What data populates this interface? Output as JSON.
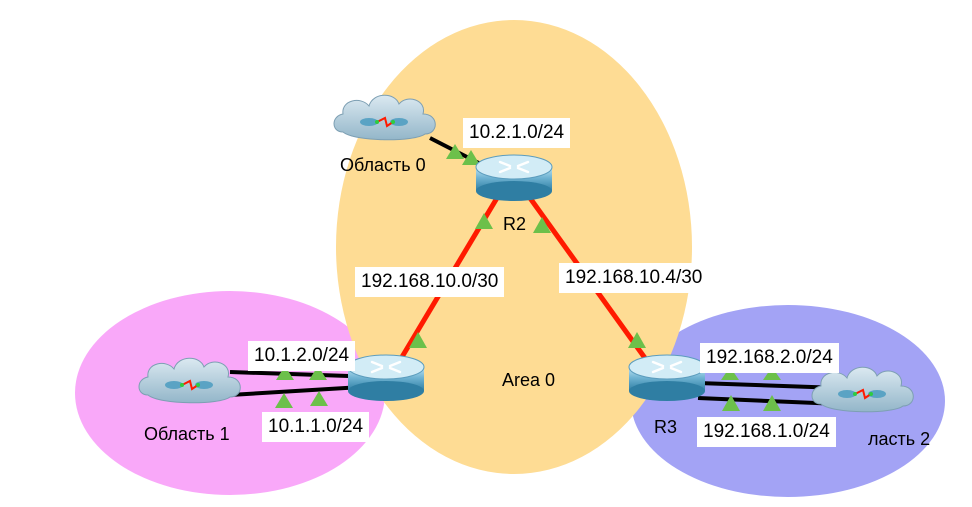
{
  "areas": {
    "area0": {
      "label": "Area 0",
      "color": "#fedc94"
    },
    "area1": {
      "color": "#f9a8f9"
    },
    "area2": {
      "color": "#a3a3f5"
    }
  },
  "routers": {
    "r1": {
      "label": ""
    },
    "r2": {
      "label": "R2"
    },
    "r3": {
      "label": "R3"
    }
  },
  "clouds": {
    "top": {
      "label": "Область 0"
    },
    "left": {
      "label": "Область 1"
    },
    "right": {
      "label": "ласть 2"
    }
  },
  "networks": {
    "r2_lan": "10.2.1.0/24",
    "r1_r2": "192.168.10.0/30",
    "r2_r3": "192.168.10.4/30",
    "r1_lan_a": "10.1.2.0/24",
    "r1_lan_b": "10.1.1.0/24",
    "r3_lan_a": "192.168.2.0/24",
    "r3_lan_b": "192.168.1.0/24"
  },
  "colors": {
    "serial_link": "#ff1a00",
    "ethernet_link": "#000000",
    "link_up": "#6cc04a",
    "router_body": "#5aa3c4",
    "cloud": "#aac6d6"
  }
}
